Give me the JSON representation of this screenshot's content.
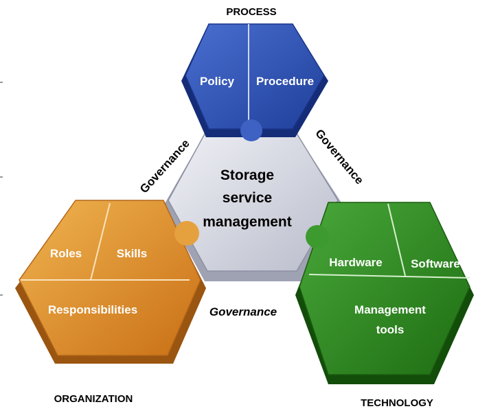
{
  "center": {
    "line1": "Storage",
    "line2": "service",
    "line3": "management"
  },
  "process": {
    "title": "PROCESS",
    "left": "Policy",
    "right": "Procedure"
  },
  "organization": {
    "title": "ORGANIZATION",
    "left": "Roles",
    "right": "Skills",
    "bottom": "Responsibilities"
  },
  "technology": {
    "title": "TECHNOLOGY",
    "left": "Hardware",
    "right": "Software",
    "bottom_line1": "Management",
    "bottom_line2": "tools"
  },
  "governance": {
    "top_left": "Governance",
    "top_right": "Governance",
    "bottom": "Governance"
  },
  "colors": {
    "process": "#2f56b5",
    "organization": "#e39a36",
    "technology": "#2f8a1f",
    "center": "#d9dbe4"
  }
}
